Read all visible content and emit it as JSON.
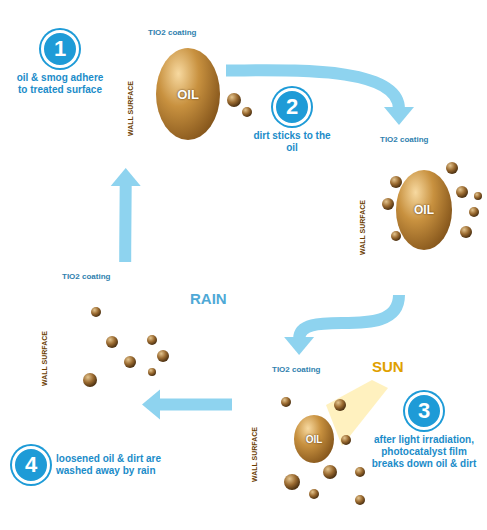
{
  "diagram": {
    "nodes": [
      {
        "text": [
          "TIO2 coating",
          "WALL SURFACE"
        ]
      },
      {
        "text": [
          "OIL"
        ],
        "in": 0
      },
      {
        "text": [
          "1",
          "oil & smog adhere to treated surface"
        ]
      },
      {
        "text": [
          "TIO2 coating",
          "WALL SURFACE"
        ]
      },
      {
        "text": [
          "OIL"
        ],
        "in": 3
      },
      {
        "text": [
          "2",
          "dirt sticks to the oil"
        ]
      },
      {
        "text": [
          "TIO2 coating",
          "WALL SURFACE"
        ]
      },
      {
        "text": [
          "OIL"
        ],
        "in": 6
      },
      {
        "text": [
          "3",
          "after light irradiation, photocatalyst film breaks down oil & dirt"
        ]
      },
      {
        "text": [
          "TIO2 coating",
          "WALL SURFACE"
        ]
      },
      {
        "text": [
          "4",
          "loosened oil & dirt are washed away by rain"
        ]
      }
    ],
    "edges": [
      {
        "from": 0,
        "to": 3,
        "arrow": "to"
      },
      {
        "from": 3,
        "to": 6,
        "arrow": "to"
      },
      {
        "from": 6,
        "to": 9,
        "arrow": "to"
      },
      {
        "from": 9,
        "to": 0,
        "arrow": "to"
      }
    ],
    "labels": [
      "RAIN",
      "SUN"
    ]
  }
}
